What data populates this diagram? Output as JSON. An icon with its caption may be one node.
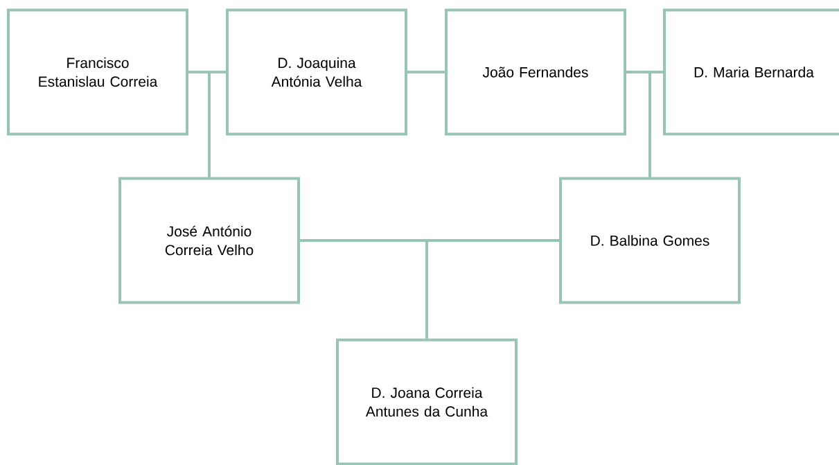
{
  "diagram": {
    "nodes": [
      {
        "text": [
          "Francisco Estanislau Correia"
        ]
      },
      {
        "text": [
          "D. Joaquina Antónia Velha"
        ]
      },
      {
        "text": [
          "João Fernandes"
        ]
      },
      {
        "text": [
          "D. Maria Bernarda"
        ]
      },
      {
        "text": [
          "José António Correia Velho"
        ]
      },
      {
        "text": [
          "D. Balbina Gomes"
        ]
      },
      {
        "text": [
          "D. Joana Correia Antunes da Cunha"
        ]
      }
    ],
    "edges": [
      {
        "from": 0,
        "to": 1,
        "arrow": "none"
      },
      {
        "from": 1,
        "to": 2,
        "arrow": "none"
      },
      {
        "from": 2,
        "to": 3,
        "arrow": "none"
      },
      {
        "from": 0,
        "to": 4,
        "arrow": "none"
      },
      {
        "from": 1,
        "to": 4,
        "arrow": "none"
      },
      {
        "from": 2,
        "to": 5,
        "arrow": "none"
      },
      {
        "from": 3,
        "to": 5,
        "arrow": "none"
      },
      {
        "from": 4,
        "to": 5,
        "arrow": "none"
      },
      {
        "from": 4,
        "to": 6,
        "arrow": "none"
      },
      {
        "from": 5,
        "to": 6,
        "arrow": "none"
      }
    ]
  }
}
